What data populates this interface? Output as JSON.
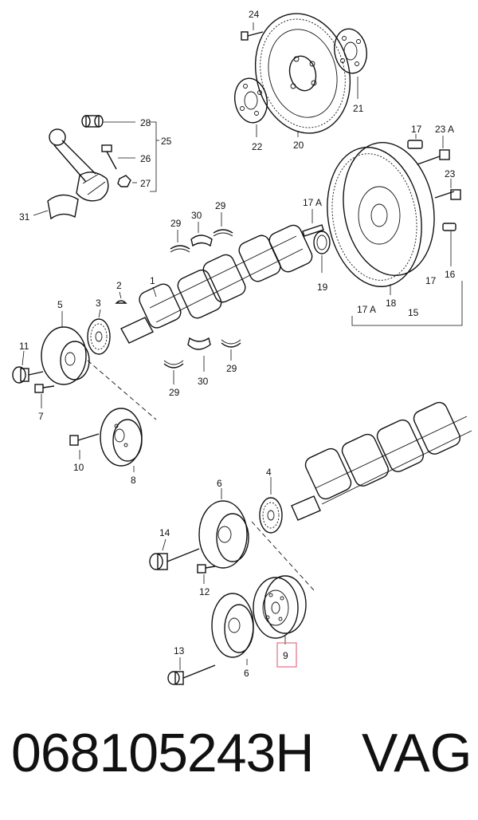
{
  "callouts": {
    "c1": "1",
    "c2": "2",
    "c3": "3",
    "c4": "4",
    "c5": "5",
    "c6a": "6",
    "c6b": "6",
    "c7": "7",
    "c8": "8",
    "c9": "9",
    "c10": "10",
    "c11": "11",
    "c12": "12",
    "c13": "13",
    "c14": "14",
    "c15": "15",
    "c16": "16",
    "c17a": "17",
    "c17b": "17",
    "c17A_a": "17 A",
    "c17A_b": "17 A",
    "c18": "18",
    "c19": "19",
    "c20": "20",
    "c21": "21",
    "c22": "22",
    "c23": "23",
    "c23A": "23 A",
    "c24": "24",
    "c25": "25",
    "c26": "26",
    "c27": "27",
    "c28": "28",
    "c29a": "29",
    "c29b": "29",
    "c29c": "29",
    "c29d": "29",
    "c30a": "30",
    "c30b": "30",
    "c31": "31"
  },
  "highlight_color": "#e07080",
  "footer": {
    "part_number": "068105243H",
    "brand": "VAG"
  }
}
